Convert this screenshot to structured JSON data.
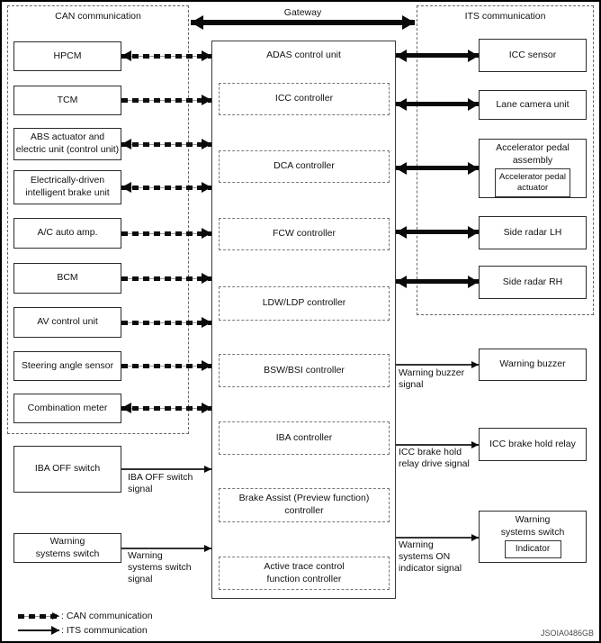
{
  "titles": {
    "can_group": "CAN communication",
    "its_group": "ITS communication",
    "gateway": "Gateway",
    "adas": "ADAS control unit"
  },
  "nodes": {
    "hpcm": "HPCM",
    "tcm": "TCM",
    "abs": "ABS actuator and\nelectric unit (control unit)",
    "brake_unit": "Electrically-driven\nintelligent brake unit",
    "ac_amp": "A/C auto amp.",
    "bcm": "BCM",
    "av_unit": "AV control unit",
    "steering": "Steering angle sensor",
    "combination": "Combination meter",
    "iba_off_switch": "IBA OFF switch",
    "warning_switch_left": "Warning\nsystems switch",
    "icc_sensor": "ICC sensor",
    "lane_camera": "Lane camera unit",
    "accel_assembly": "Accelerator pedal\nassembly",
    "accel_actuator": "Accelerator pedal\nactuator",
    "side_radar_lh": "Side radar LH",
    "side_radar_rh": "Side radar RH",
    "warning_buzzer": "Warning buzzer",
    "icc_brake_hold_relay": "ICC brake hold relay",
    "warning_switch_right": "Warning\nsystems switch",
    "indicator": "Indicator"
  },
  "controllers": {
    "icc": "ICC controller",
    "dca": "DCA controller",
    "fcw": "FCW controller",
    "ldw": "LDW/LDP controller",
    "bsw": "BSW/BSI controller",
    "iba": "IBA controller",
    "brake_assist": "Brake Assist (Preview function)\ncontroller",
    "active_trace": "Active trace control\nfunction controller"
  },
  "signals": {
    "iba_off": "IBA OFF switch\nsignal",
    "warning_switch": "Warning\nsystems switch\nsignal",
    "warning_buzzer": "Warning buzzer\nsignal",
    "icc_brake_hold": "ICC brake hold\nrelay drive signal",
    "warning_on": "Warning\nsystems ON\nindicator signal"
  },
  "legend": {
    "can": ": CAN communication",
    "its": ": ITS communication"
  },
  "ref_code": "JSOIA0486GB",
  "colors": {
    "line": "#0a0a0a",
    "border": "#2b2b2b",
    "background": "#ffffff"
  }
}
